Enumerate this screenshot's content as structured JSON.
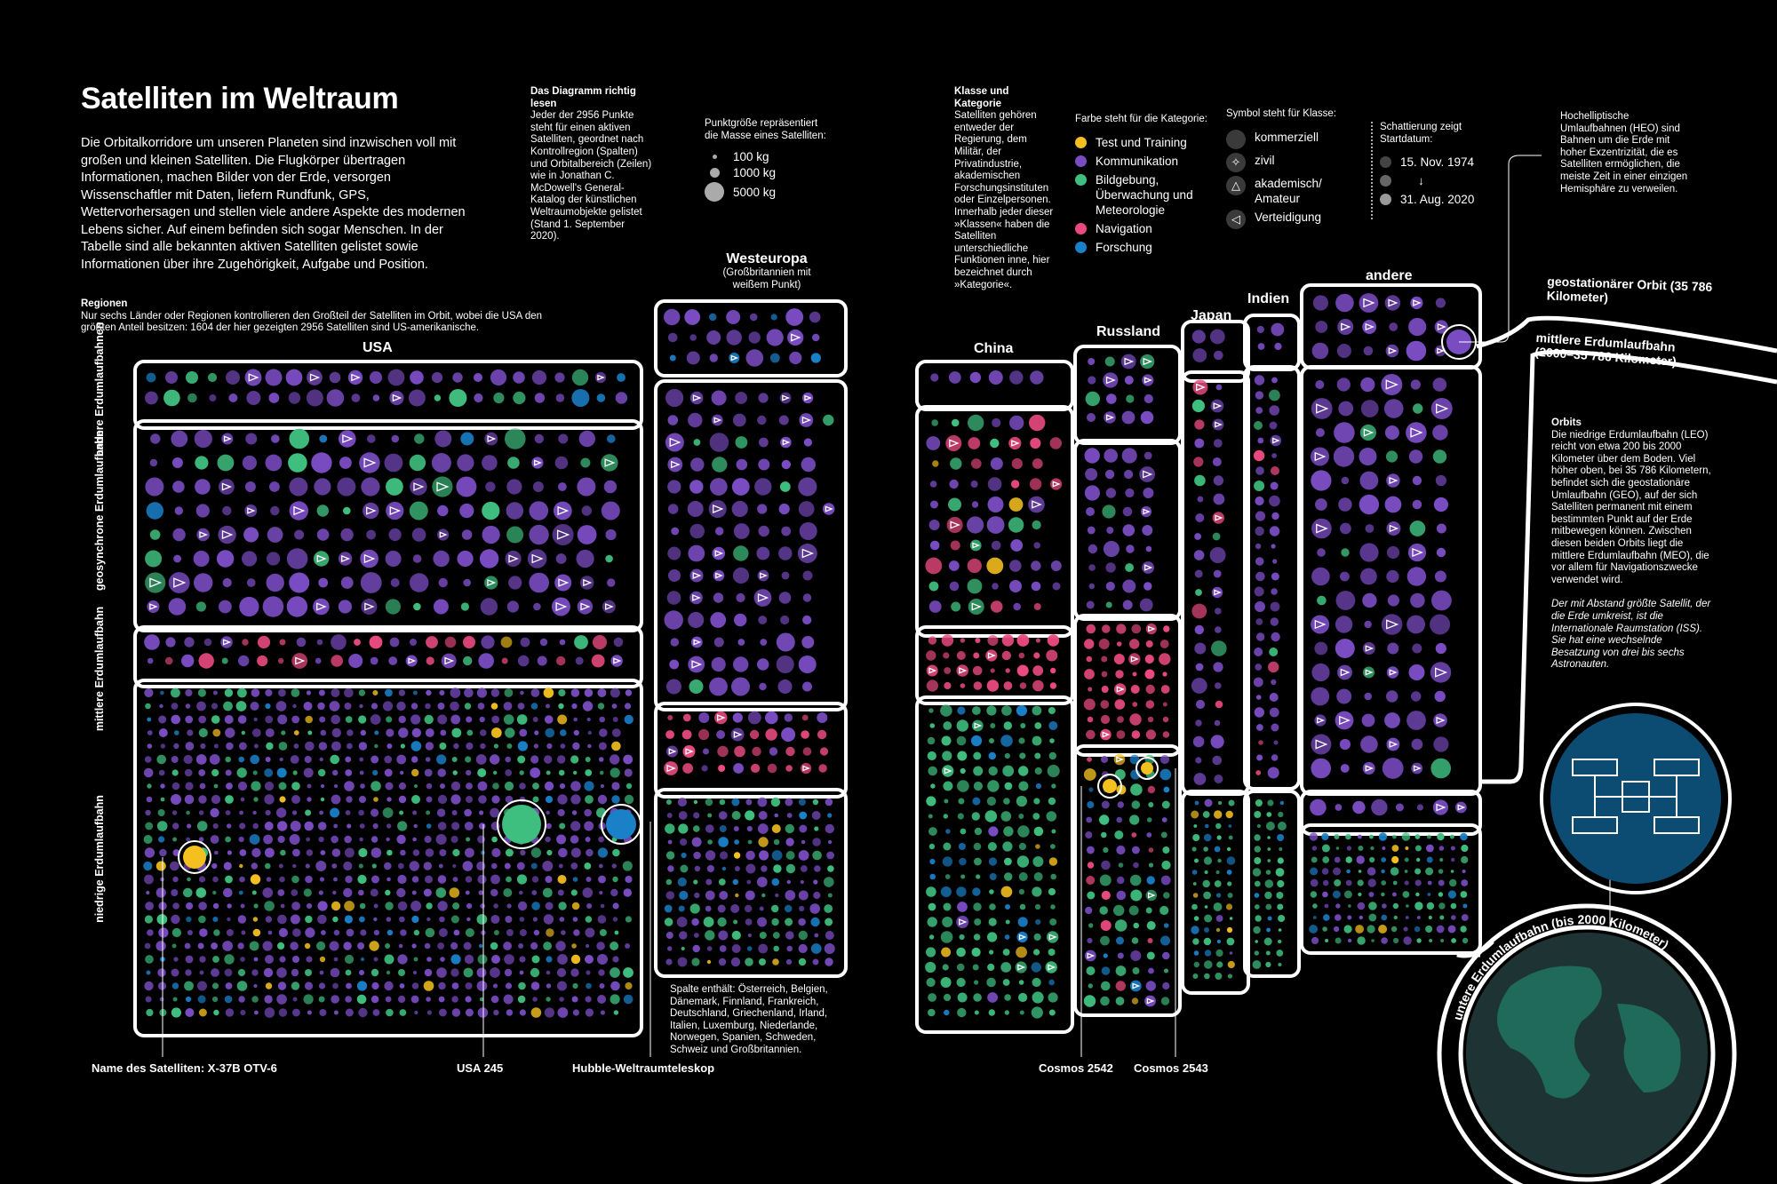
{
  "title": "Satelliten im Weltraum",
  "intro": "Die Orbitalkorridore um unseren Planeten sind inzwischen voll mit großen und kleinen Satelliten. Die Flugkörper übertragen Informationen, machen Bilder von der Erde, versorgen Wissenschaftler mit Daten, liefern Rundfunk, GPS, Wettervorhersagen und stellen viele andere Aspekte des modernen Lebens sicher. Auf einem befinden sich sogar Menschen. In der Tabelle sind alle bekannten aktiven Satelliten gelistet sowie Informationen über ihre Zugehörigkeit, Aufgabe und Position.",
  "regions": {
    "heading": "Regionen",
    "text": "Nur sechs Länder oder Regionen kontrollieren den Großteil der Satelliten im Orbit, wobei die USA den größten Anteil besitzen: 1604 der hier gezeigten 2956 Satelliten sind US-amerikanische."
  },
  "how_to_read": {
    "heading": "Das Diagramm richtig lesen",
    "text": "Jeder der 2956 Punkte steht für einen aktiven Satelliten, geordnet nach Kontrollregion (Spalten) und Orbitalbereich (Zeilen) wie in Jonathan C. McDowell's General-Katalog der künstlichen Weltraumobjekte gelistet (Stand 1. September 2020)."
  },
  "size_legend": {
    "heading": "Punktgröße repräsentiert die Masse eines Satelliten:",
    "items": [
      "100 kg",
      "1000 kg",
      "5000 kg"
    ]
  },
  "class_category": {
    "heading": "Klasse und Kategorie",
    "text": "Satelliten gehören entweder der Regierung, dem Militär, der Privatindustrie, akademischen Forschungsinstituten oder Einzelpersonen. Innerhalb jeder dieser »Klassen« haben die Satelliten unterschiedliche Funktionen inne, hier bezeichnet durch »Kategorie«."
  },
  "color_legend": {
    "heading": "Farbe steht für die Kategorie:",
    "items": [
      {
        "label": "Test und Training",
        "color": "#f4c020"
      },
      {
        "label": "Kommunikation",
        "color": "#7a4cc2"
      },
      {
        "label": "Bildgebung, Überwachung und Meteorologie",
        "color": "#3fbf7f"
      },
      {
        "label": "Navigation",
        "color": "#ea4a80"
      },
      {
        "label": "Forschung",
        "color": "#1a80c8"
      }
    ]
  },
  "symbol_legend": {
    "heading": "Symbol steht für Klasse:",
    "items": [
      {
        "label": "kommerziell",
        "icon": "circle"
      },
      {
        "label": "zivil",
        "icon": "star4"
      },
      {
        "label": "akademisch/ Amateur",
        "icon": "triangle"
      },
      {
        "label": "Verteidigung",
        "icon": "arrowhead"
      }
    ]
  },
  "shade_legend": {
    "heading": "Schattierung zeigt Startdatum:",
    "from": "15. Nov. 1974",
    "to": "31. Aug. 2020"
  },
  "heo_note": "Hochelliptische Umlaufbahnen (HEO) sind Bahnen um die Erde mit hoher Exzentrizität, die es Satelliten ermöglichen, die meiste Zeit in einer einzigen Hemisphäre zu verweilen.",
  "columns": {
    "usa": "USA",
    "westeuropa": "Westeuropa",
    "westeuropa_sub": "(Großbritannien mit weißem Punkt)",
    "china": "China",
    "russland": "Russland",
    "japan": "Japan",
    "indien": "Indien",
    "andere": "andere"
  },
  "rows": {
    "andere": "andere Erdumlaufbahnen",
    "geo": "geosynchrone Erdumlaufbahn",
    "meo": "mittlere Erdumlaufbahn",
    "leo": "niedrige Erdumlaufbahn"
  },
  "orbit_labels": {
    "geo": "geostationärer Orbit (35 786 Kilometer)",
    "meo": "mittlere Erdumlaufbahn (2000–35 786 Kilometer)",
    "leo": "untere Erdumlaufbahn (bis 2000 Kilometer)"
  },
  "orbits_note": {
    "heading": "Orbits",
    "text": "Die niedrige Erdumlaufbahn (LEO) reicht von etwa 200 bis 2000 Kilometer über dem Boden. Viel höher oben, bei 35 786 Kilometern, befindet sich die geostationäre Umlaufbahn (GEO), auf der sich Satelliten permanent mit einem bestimmten Punkt auf der Erde mitbewegen können. Zwischen diesen beiden Orbits liegt die mittlere Erdumlaufbahn (MEO), die vor allem für Navigationszwecke verwendet wird.",
    "iss": "Der mit Abstand größte Satellit, der die Erde umkreist, ist die Internationale Raumstation (ISS). Sie hat eine wechselnde Besatzung von drei bis sechs Astronauten."
  },
  "westeuropa_note": "Spalte enthält: Österreich, Belgien, Dänemark, Finnland, Frankreich, Deutschland, Griechenland, Irland, Italien, Luxemburg, Niederlande, Norwegen, Spanien, Schweden, Schweiz und Großbritannien.",
  "callouts": {
    "x37b": "Name des Satelliten: X-37B OTV-6",
    "usa245": "USA 245",
    "hubble": "Hubble-Weltraumteleskop",
    "cosmos2542": "Cosmos 2542",
    "cosmos2543": "Cosmos 2543"
  }
}
